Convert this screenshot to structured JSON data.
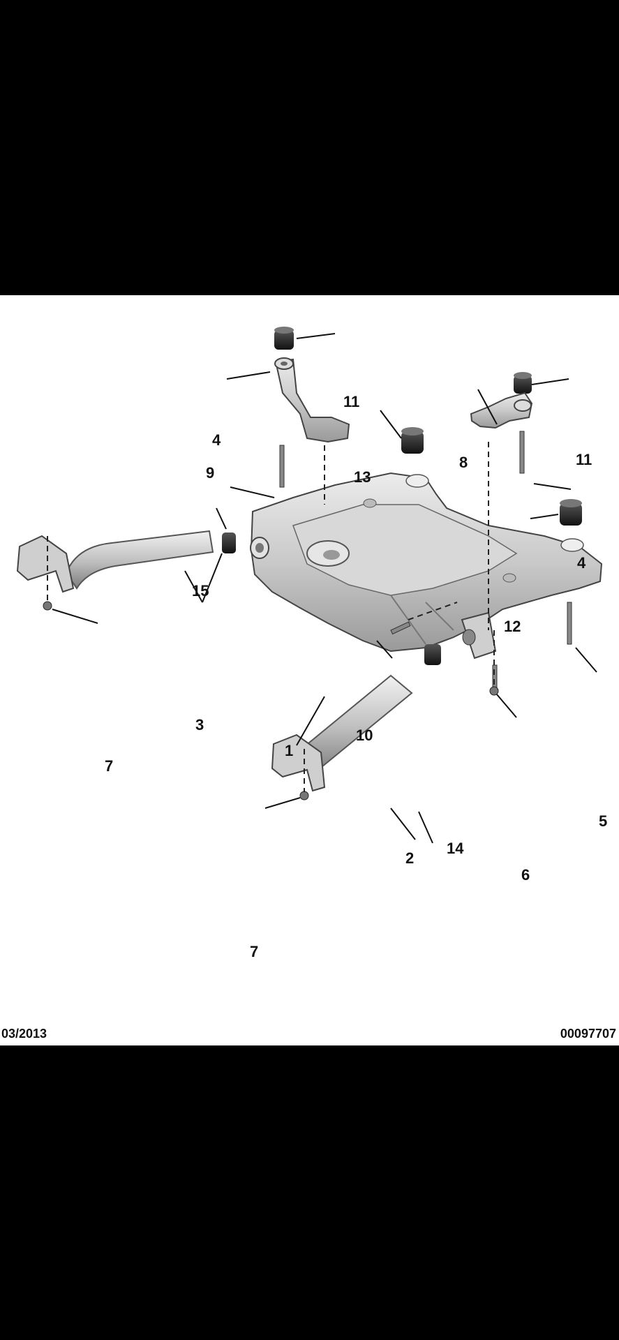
{
  "footer": {
    "date": "03/2013",
    "reference": "00097707"
  },
  "callouts": {
    "c1": "1",
    "c2": "2",
    "c3": "3",
    "c4a": "4",
    "c4b": "4",
    "c5": "5",
    "c6": "6",
    "c7a": "7",
    "c7b": "7",
    "c8": "8",
    "c9": "9",
    "c10": "10",
    "c11a": "11",
    "c11b": "11",
    "c12": "12",
    "c13": "13",
    "c14": "14",
    "c15": "15"
  },
  "colors": {
    "background": "#000000",
    "sheet": "#ffffff",
    "metal": "#c9c9c9",
    "bushing": "#2b2b2b"
  }
}
